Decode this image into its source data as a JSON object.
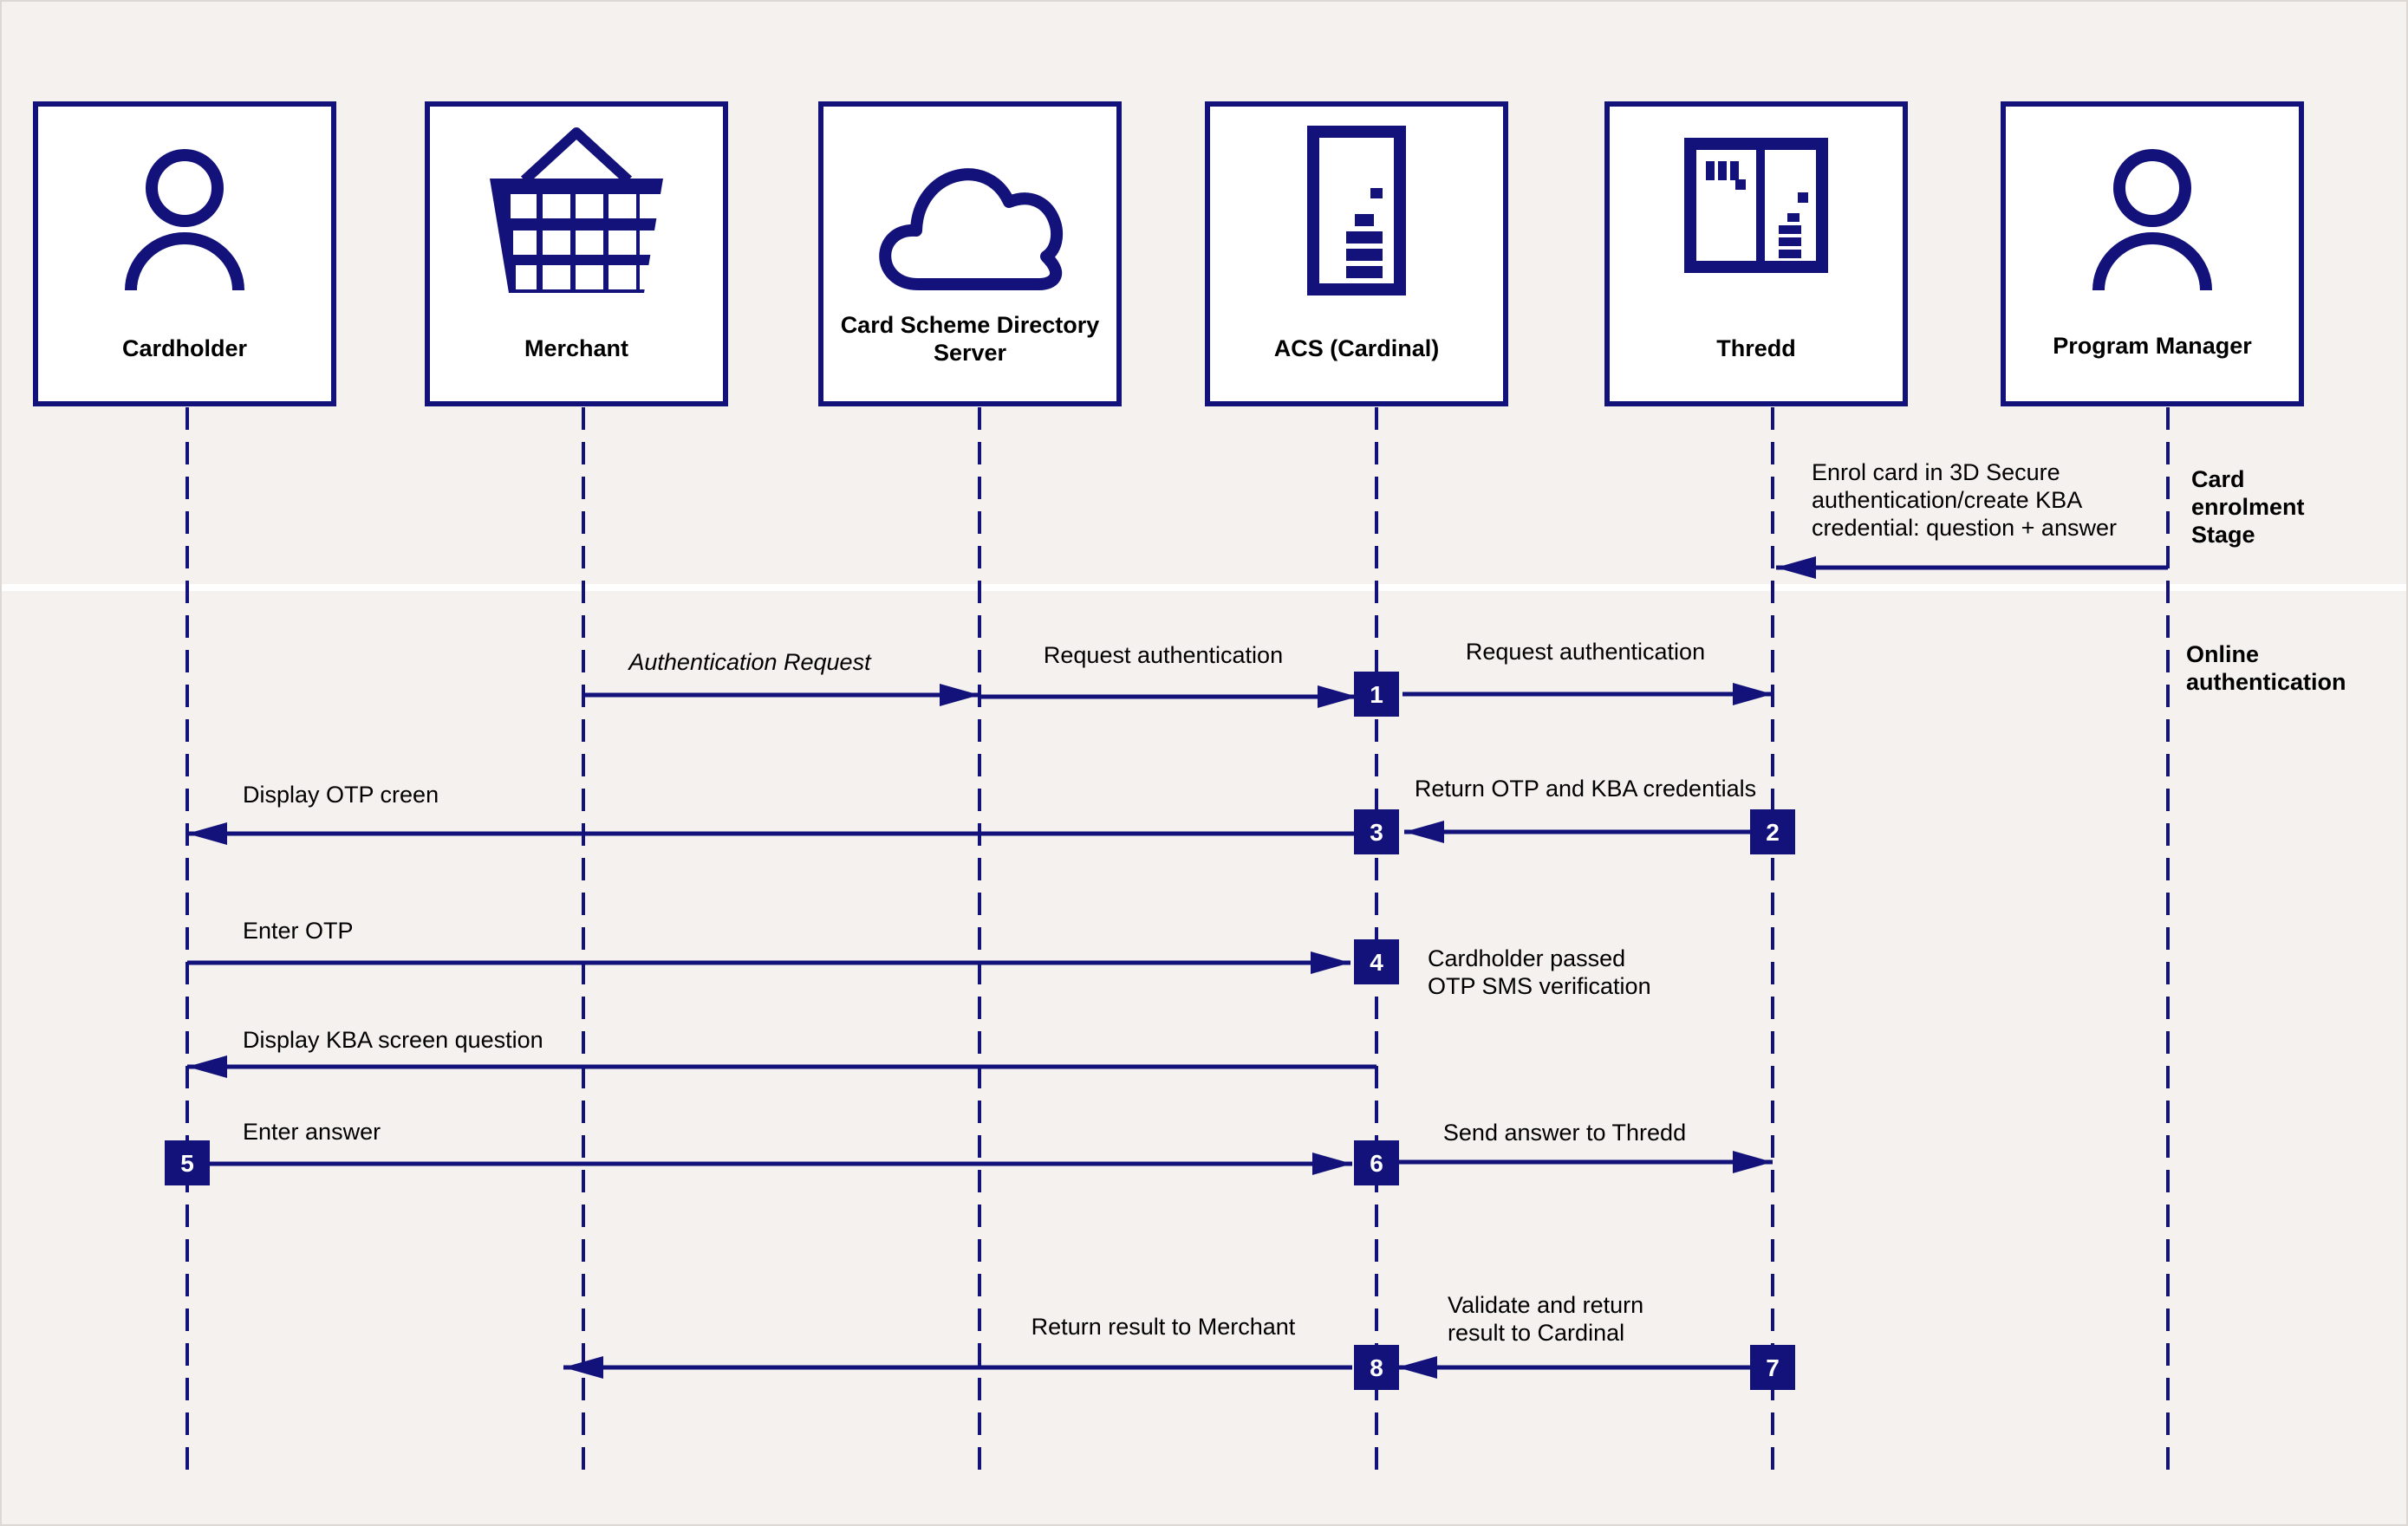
{
  "colors": {
    "primary": "#12127a",
    "background": "#f4f1ef",
    "divider": "#ffffff",
    "text": "#000000"
  },
  "participants": [
    {
      "id": "cardholder",
      "label_lines": [
        "Cardholder"
      ],
      "icon": "person-icon"
    },
    {
      "id": "merchant",
      "label_lines": [
        "Merchant"
      ],
      "icon": "shopping-basket-icon"
    },
    {
      "id": "ds",
      "label_lines": [
        "Card Scheme Directory",
        "Server"
      ],
      "icon": "cloud-icon"
    },
    {
      "id": "acs",
      "label_lines": [
        "ACS (Cardinal)"
      ],
      "icon": "server-tower-icon"
    },
    {
      "id": "thredd",
      "label_lines": [
        "Thredd"
      ],
      "icon": "server-rack-icon"
    },
    {
      "id": "pm",
      "label_lines": [
        "Program Manager"
      ],
      "icon": "person-icon"
    }
  ],
  "stages": [
    {
      "id": "enrolment",
      "label_lines": [
        "Card",
        "enrolment",
        "Stage"
      ]
    },
    {
      "id": "online",
      "label_lines": [
        "Online",
        "authentication"
      ]
    }
  ],
  "messages": [
    {
      "id": "enrol",
      "from": "pm",
      "to": "thredd",
      "label_lines": [
        "Enrol card in 3D Secure",
        "authentication/create KBA",
        "credential: question + answer"
      ],
      "italic": false
    },
    {
      "id": "auth-request",
      "from": "merchant",
      "to": "ds",
      "label_lines": [
        "Authentication Request"
      ],
      "italic": true
    },
    {
      "id": "request-auth-ds",
      "from": "ds",
      "to": "acs",
      "label_lines": [
        "Request authentication"
      ],
      "italic": false
    },
    {
      "id": "request-auth-acs",
      "from": "acs",
      "to": "thredd",
      "label_lines": [
        "Request authentication"
      ],
      "italic": false
    },
    {
      "id": "return-otp-kba",
      "from": "thredd",
      "to": "acs",
      "label_lines": [
        "Return OTP and KBA credentials"
      ],
      "italic": false
    },
    {
      "id": "display-otp",
      "from": "acs",
      "to": "cardholder",
      "label_lines": [
        "Display OTP creen"
      ],
      "italic": false
    },
    {
      "id": "enter-otp",
      "from": "cardholder",
      "to": "acs",
      "label_lines": [
        "Enter OTP"
      ],
      "italic": false
    },
    {
      "id": "display-kba",
      "from": "acs",
      "to": "cardholder",
      "label_lines": [
        "Display KBA screen question"
      ],
      "italic": false
    },
    {
      "id": "enter-answer",
      "from": "cardholder",
      "to": "acs",
      "label_lines": [
        "Enter answer"
      ],
      "italic": false
    },
    {
      "id": "send-answer",
      "from": "acs",
      "to": "thredd",
      "label_lines": [
        "Send answer to Thredd"
      ],
      "italic": false
    },
    {
      "id": "validate-return",
      "from": "thredd",
      "to": "acs",
      "label_lines": [
        "Validate and return",
        "result to Cardinal"
      ],
      "italic": false
    },
    {
      "id": "return-result",
      "from": "acs",
      "to": "merchant",
      "label_lines": [
        "Return result to Merchant"
      ],
      "italic": false
    }
  ],
  "notes": [
    {
      "id": "otp-passed",
      "label_lines": [
        "Cardholder passed",
        "OTP SMS verification"
      ]
    }
  ],
  "step_badges": [
    {
      "number": "1",
      "participant": "acs"
    },
    {
      "number": "2",
      "participant": "thredd"
    },
    {
      "number": "3",
      "participant": "acs"
    },
    {
      "number": "4",
      "participant": "acs"
    },
    {
      "number": "5",
      "participant": "cardholder"
    },
    {
      "number": "6",
      "participant": "acs"
    },
    {
      "number": "7",
      "participant": "thredd"
    },
    {
      "number": "8",
      "participant": "acs"
    }
  ]
}
